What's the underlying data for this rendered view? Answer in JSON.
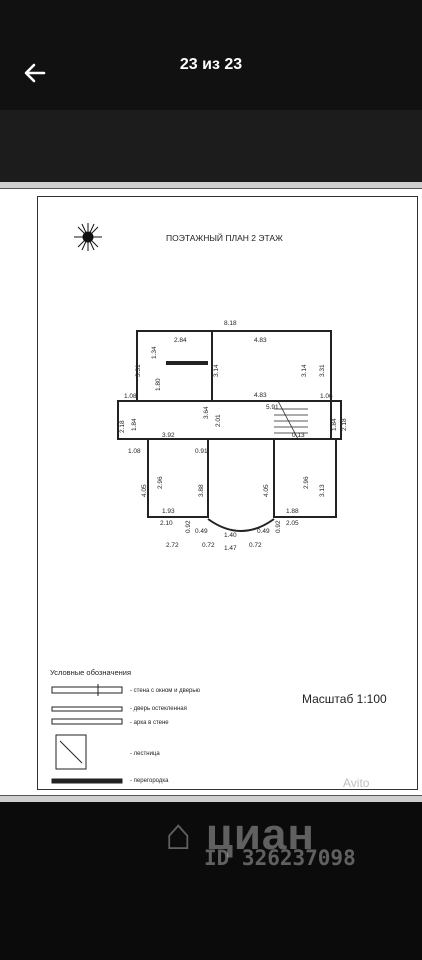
{
  "header": {
    "counter": "23 из 23",
    "back_icon": "arrow-left-icon"
  },
  "plan": {
    "title": "ПОЭТАЖНЫЙ ПЛАН 2 ЭТАЖ",
    "scale": "Масштаб 1:100",
    "dimensions": {
      "top_total": "8.18",
      "room_a_w": "2.84",
      "room_b_w": "4.83",
      "hall_w": "4.83",
      "a_h": "3.31",
      "a_inner": "1.34",
      "a_1_80": "1.80",
      "a_3_14": "3.14",
      "b_3_14": "3.14",
      "b_3_31": "3.31",
      "left_1_08": "1.08",
      "left_2_18": "2.18",
      "left_1_84": "1.84",
      "c_3_64": "3.64",
      "c_2_01": "2.01",
      "stairs_5_91": "5.91",
      "stairs_0_13": "0.13",
      "right_1_06": "1.06",
      "right_1_84": "1.84",
      "right_2_18": "2.18",
      "mid_3_92": "3.92",
      "bl_1_08": "1.08",
      "bl_0_91": "0.91",
      "bl_4_05": "4.05",
      "bl_2_96": "2.96",
      "bl_3_88": "3.88",
      "bl_1_93": "1.93",
      "bl_0_92": "0.92",
      "bl_2_10": "2.10",
      "bl_0_49": "0.49",
      "bl_2_72": "2.72",
      "bl_0_72": "0.72",
      "c_1_40": "1.40",
      "c_1_47": "1.47",
      "br_0_72": "0.72",
      "br_0_49": "0.49",
      "br_0_92": "0.92",
      "br_2_05": "2.05",
      "br_1_88": "1.88",
      "br_2_96": "2.96",
      "br_4_05": "4.05",
      "br_3_13": "3.13"
    },
    "legend": {
      "title": "Условные обозначения",
      "items": [
        "- стена с окном и дверью",
        "- дверь остекленная",
        "- арка в стене",
        "- лестница",
        "- перегородка"
      ]
    }
  },
  "watermark": {
    "brand": "циан",
    "id": "ID 326237098",
    "avito": "Avito"
  },
  "colors": {
    "topbar": "#111111",
    "band": "#1c1c1c",
    "bottom": "#0b0b0b",
    "ink": "#222222"
  }
}
